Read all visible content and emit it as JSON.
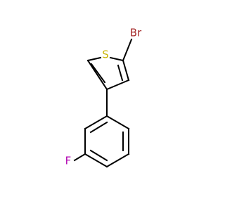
{
  "molecule": {
    "atoms": {
      "sulfur": {
        "symbol": "S",
        "color": "#c8b400"
      },
      "bromine": {
        "symbol": "Br",
        "color": "#a52a2a"
      },
      "fluorine": {
        "symbol": "F",
        "color": "#b000b0"
      }
    },
    "bond_color": "#000000"
  }
}
